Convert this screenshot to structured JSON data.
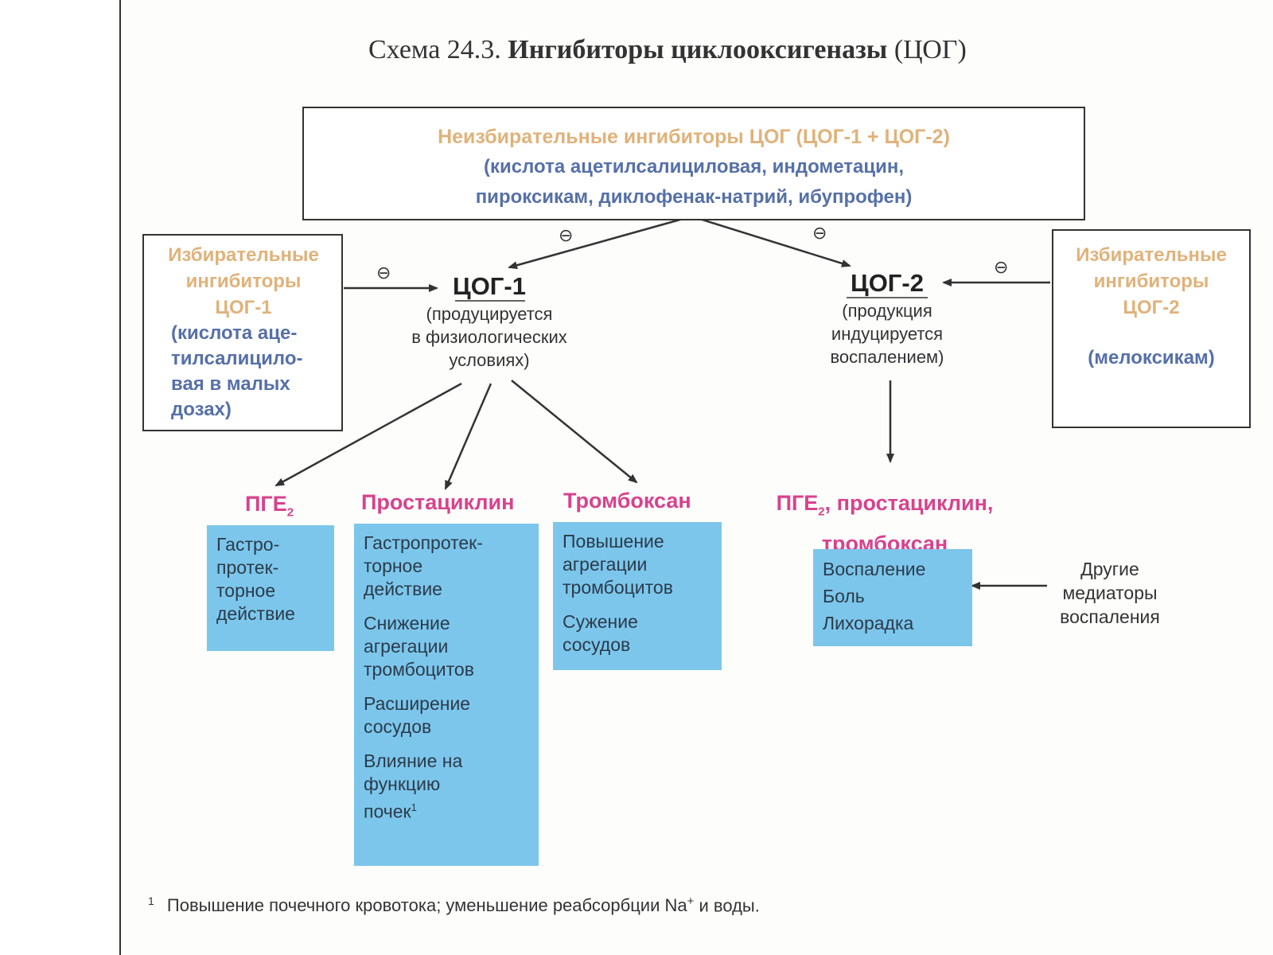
{
  "title": {
    "prefix": "Схема 24.3.",
    "main": "Ингибиторы циклооксигеназы",
    "suffix": "(ЦОГ)"
  },
  "nonselective": {
    "heading": "Неизбирательные ингибиторы ЦОГ (ЦОГ-1 + ЦОГ-2)",
    "drugs_line1": "(кислота ацетилсалициловая, индометацин,",
    "drugs_line2": "пироксикам, диклофенак-натрий, ибупрофен)"
  },
  "selective_cox1": {
    "heading_l1": "Избирательные",
    "heading_l2": "ингибиторы",
    "heading_l3": "ЦОГ-1",
    "drugs_l1": "(кислота аце-",
    "drugs_l2": "тилсалицило-",
    "drugs_l3": "вая в малых",
    "drugs_l4": "дозах)"
  },
  "selective_cox2": {
    "heading_l1": "Избирательные",
    "heading_l2": "ингибиторы",
    "heading_l3": "ЦОГ-2",
    "drugs": "(мелоксикам)"
  },
  "cox1": {
    "label": "ЦОГ-1",
    "note_l1": "(продуцируется",
    "note_l2": "в физиологических",
    "note_l3": "условиях)"
  },
  "cox2": {
    "label": "ЦОГ-2",
    "note_l1": "(продукция",
    "note_l2": "индуцируется",
    "note_l3": "воспалением)"
  },
  "inhibit_symbol": "⊖",
  "products": {
    "pge2": {
      "label": "ПГЕ",
      "sub": "2",
      "effects": [
        "Гастро-",
        "протек-",
        "торное",
        "действие"
      ]
    },
    "prostacyclin": {
      "label": "Простациклин",
      "e1": [
        "Гастропротек-",
        "торное",
        "действие"
      ],
      "e2": [
        "Снижение",
        "агрегации",
        "тромбоцитов"
      ],
      "e3": [
        "Расширение",
        "сосудов"
      ],
      "e4": [
        "Влияние на",
        "функцию",
        "почек"
      ],
      "e4_sup": "1"
    },
    "thromboxane": {
      "label": "Тромбоксан",
      "e1": [
        "Повышение",
        "агрегации",
        "тромбоцитов"
      ],
      "e2": [
        "Сужение",
        "сосудов"
      ]
    },
    "cox2_products": {
      "label_l1a": "ПГЕ",
      "label_sub": "2",
      "label_l1b": ", простациклин,",
      "label_l2": "тромбоксан",
      "effects": [
        "Воспаление",
        "Боль",
        "Лихорадка"
      ]
    }
  },
  "other_mediators": [
    "Другие",
    "медиаторы",
    "воспаления"
  ],
  "footnote": {
    "mark": "1",
    "text_a": "Повышение почечного кровотока;  уменьшение реабсорбции Na",
    "sup": "+",
    "text_b": " и воды."
  },
  "colors": {
    "orange": "#e0b27a",
    "blue": "#5670a8",
    "pink": "#d8428e",
    "lightblue": "#7cc6ec"
  }
}
